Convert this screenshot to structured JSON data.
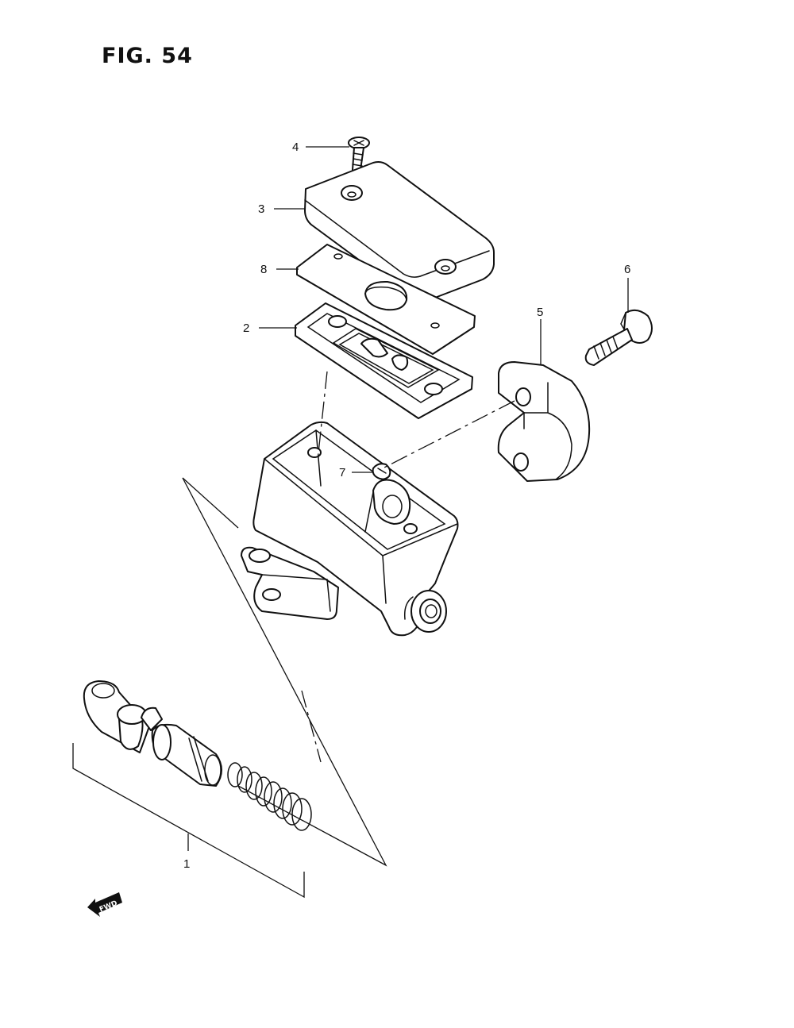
{
  "figure": {
    "title": "FIG. 54"
  },
  "callouts": {
    "p1": "1",
    "p2": "2",
    "p3": "3",
    "p4": "4",
    "p5": "5",
    "p6": "6",
    "p7": "7",
    "p8": "8"
  },
  "fwd_mark": {
    "label": "FWD"
  }
}
